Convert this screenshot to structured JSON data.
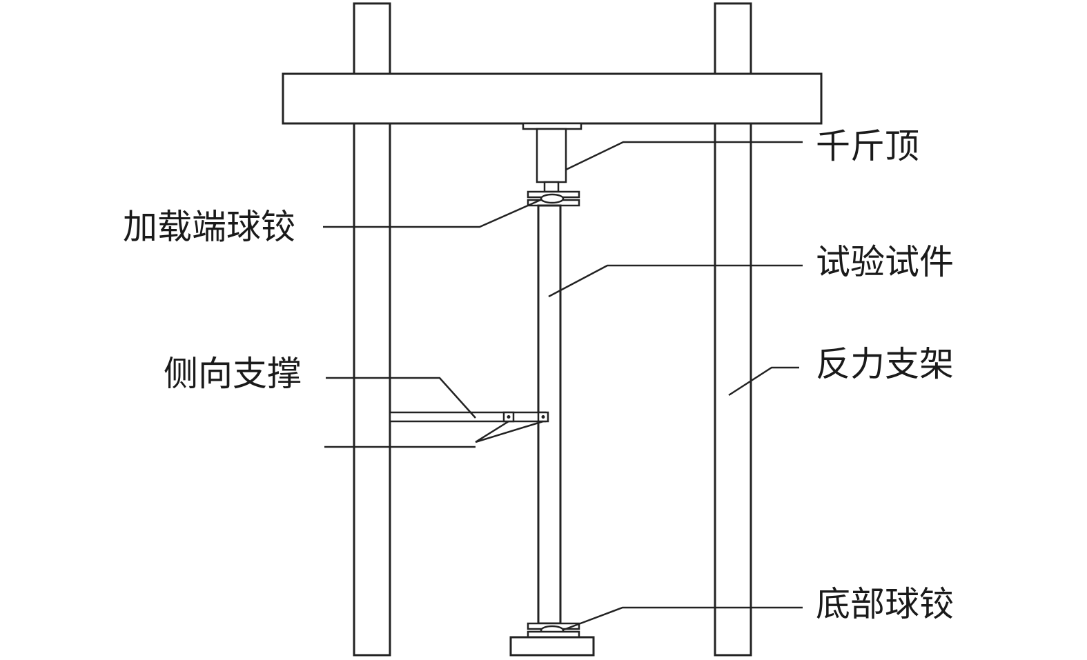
{
  "labels": {
    "jack": "千斤顶",
    "loading_hinge": "加载端球铰",
    "specimen": "试验试件",
    "lateral_brace": "侧向支撑",
    "reaction_frame": "反力支架",
    "bottom_hinge": "底部球铰"
  },
  "colors": {
    "line": "#222222",
    "text": "#1a1a1a",
    "background": "#ffffff"
  }
}
